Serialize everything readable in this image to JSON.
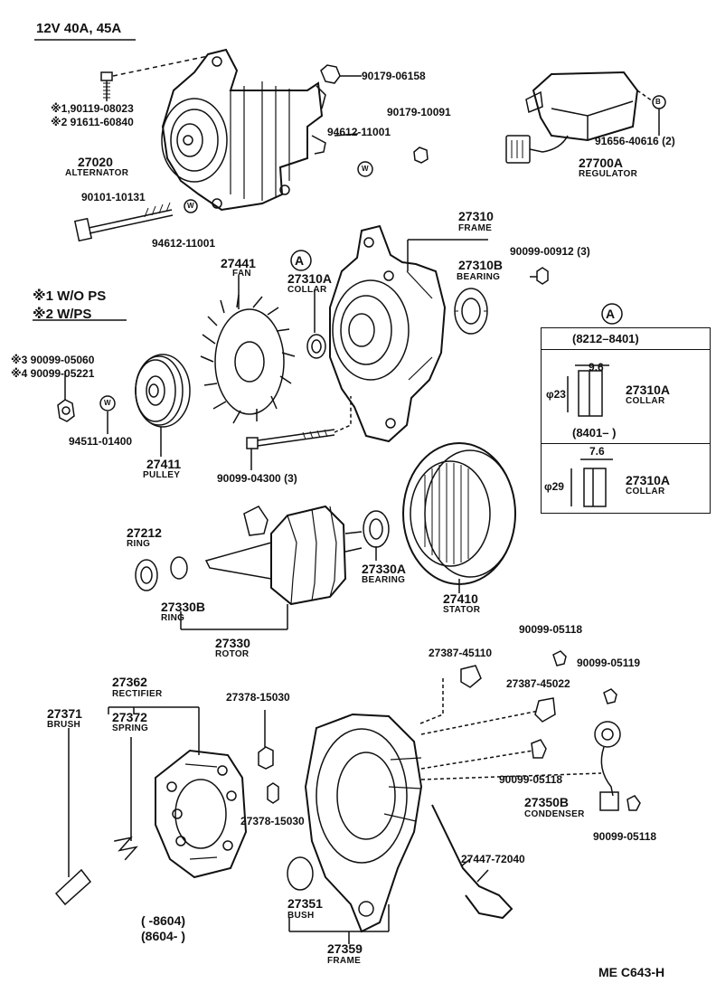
{
  "title": "12V  40A, 45A",
  "code": "ME  C643-H",
  "legend": {
    "n1": "※1 W/O  PS",
    "n2": "※2 W/PS"
  },
  "markers": {
    "A": "A",
    "B": "B",
    "W": "W"
  },
  "parts": {
    "p90179_06158": "90179-06158",
    "p90119_08023": "※1,90119-08023",
    "p91611_60840": "※2 91611-60840",
    "p27020": "27020",
    "alternator": "ALTERNATOR",
    "p94612_11001a": "94612-11001",
    "p90179_10091": "90179-10091",
    "p90101_10131": "90101-10131",
    "p94612_11001b": "94612-11001",
    "p91656_40616": "91656-40616 (2)",
    "p27700A": "27700A",
    "regulator": "REGULATOR",
    "p27310": "27310",
    "frame1": "FRAME",
    "p90099_00912": "90099-00912 (3)",
    "p27310B": "27310B",
    "bearing1": "BEARING",
    "p27441": "27441",
    "fan": "FAN",
    "p27310A": "27310A",
    "collar1": "COLLAR",
    "p90099_05060": "※3 90099-05060",
    "p90099_05221": "※4 90099-05221",
    "p94511_01400": "94511-01400",
    "p27411": "27411",
    "pulley": "PULLEY",
    "p90099_04300": "90099-04300 (3)",
    "p27212": "27212",
    "ring1": "RING",
    "p27330B": "27330B",
    "ring2": "RING",
    "p27330A": "27330A",
    "bearing2": "BEARING",
    "p27410": "27410",
    "stator": "STATOR",
    "p27330": "27330",
    "rotor": "ROTOR",
    "p90099_05118a": "90099-05118",
    "p27387_45110": "27387-45110",
    "p90099_05119": "90099-05119",
    "p27387_45022": "27387-45022",
    "p27362": "27362",
    "rectifier": "RECTIFIER",
    "p27371": "27371",
    "brush": "BRUSH",
    "p27372": "27372",
    "spring": "SPRING",
    "p27378_15030a": "27378-15030",
    "p27378_15030b": "27378-15030",
    "p90099_05118b": "90099-05118",
    "p27350B": "27350B",
    "condenser": "CONDENSER",
    "p90099_05118c": "90099-05118",
    "p27447_72040": "27447-72040",
    "p27351": "27351",
    "bush": "BUSH",
    "p27359": "27359",
    "frame2": "FRAME",
    "range1": "(        -8604)",
    "range2": "(8604-        )"
  },
  "inset": {
    "marker": "A",
    "rows": [
      {
        "range": "(8212–8401)",
        "dim_w": "9.6",
        "dim_d": "φ23",
        "part": "27310A",
        "name": "COLLAR"
      },
      {
        "range": "(8401–          )",
        "dim_w": "7.6",
        "dim_d": "φ29",
        "part": "27310A",
        "name": "COLLAR"
      }
    ]
  }
}
